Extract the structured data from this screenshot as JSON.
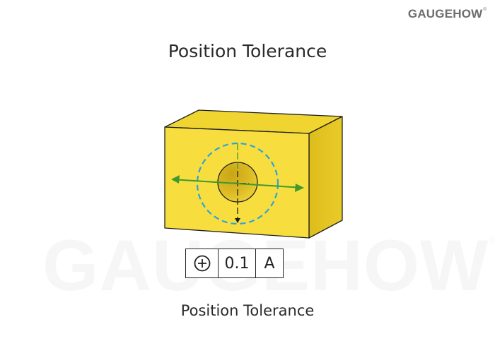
{
  "brand": {
    "logo_text": "GAUGEHOW",
    "registered_mark": "®"
  },
  "title": "Position Tolerance",
  "watermark": {
    "text": "GAUGEHOW",
    "registered_mark": "®"
  },
  "diagram": {
    "object": "rectangular block with through hole",
    "colors": {
      "front_face": "#F7DE3E",
      "top_face": "#F0D530",
      "side_face": "#E2C21E",
      "hole_fill": "#D9B823",
      "outline": "#1f1f1f",
      "tolerance_zone": "#2EA3D9",
      "axis_arrow": "#3E9A2E",
      "centerline": "#1f1f1f"
    },
    "annotations": {
      "tolerance_zone": "dashed circular tolerance zone",
      "axis_arrow": "horizontal double-headed arrow",
      "centerline": "vertical dashed center line with arrow"
    }
  },
  "feature_control_frame": {
    "symbol": "position-symbol",
    "symbol_glyph": "⊕",
    "tolerance_value": "0.1",
    "datum": "A"
  },
  "caption": "Position Tolerance"
}
